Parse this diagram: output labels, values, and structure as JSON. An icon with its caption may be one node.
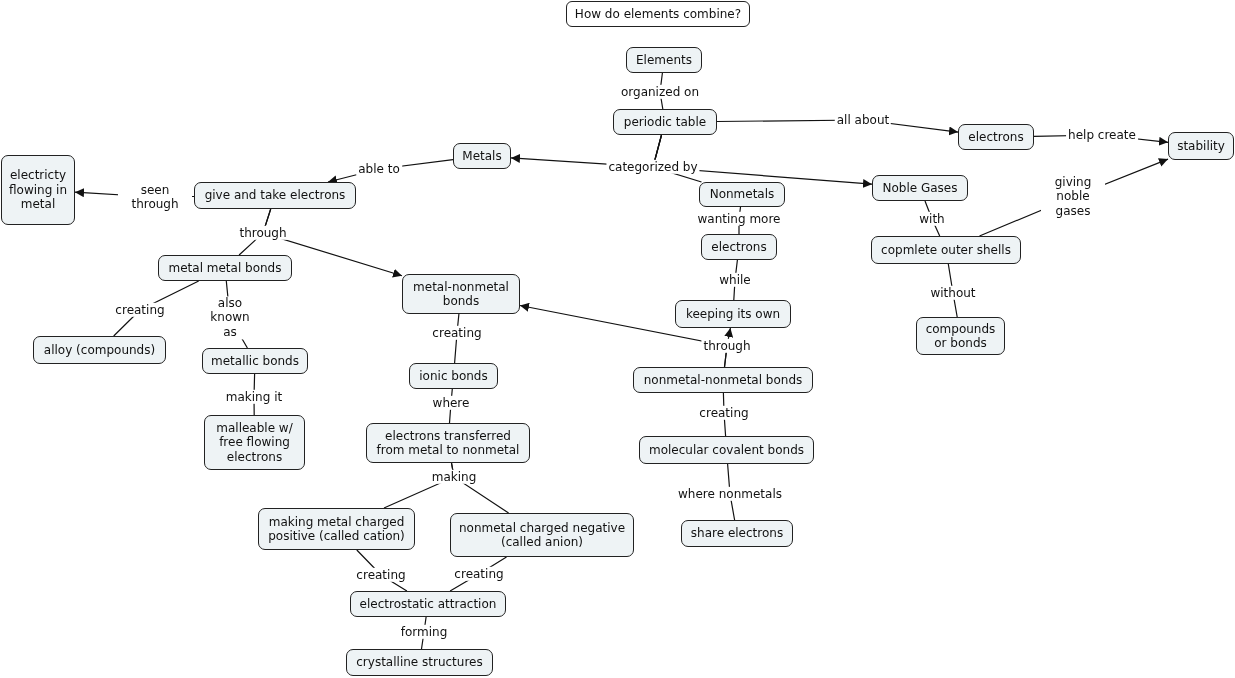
{
  "diagram": {
    "title": "How do elements combine?",
    "nodes": [
      {
        "text": [
          "Elements"
        ]
      },
      {
        "text": [
          "periodic table"
        ]
      },
      {
        "text": [
          "electrons"
        ]
      },
      {
        "text": [
          "stability"
        ]
      },
      {
        "text": [
          "Metals"
        ]
      },
      {
        "text": [
          "electricty flowing in metal"
        ]
      },
      {
        "text": [
          "give and take electrons"
        ]
      },
      {
        "text": [
          "Nonmetals"
        ]
      },
      {
        "text": [
          "Noble Gases"
        ]
      },
      {
        "text": [
          "electrons"
        ]
      },
      {
        "text": [
          "copmlete outer shells"
        ]
      },
      {
        "text": [
          "metal metal bonds"
        ]
      },
      {
        "text": [
          "metal-nonmetal bonds"
        ]
      },
      {
        "text": [
          "keeping its own"
        ]
      },
      {
        "text": [
          "compounds or bonds"
        ]
      },
      {
        "text": [
          "alloy (compounds)"
        ]
      },
      {
        "text": [
          "metallic bonds"
        ]
      },
      {
        "text": [
          "ionic bonds"
        ]
      },
      {
        "text": [
          "nonmetal-nonmetal bonds"
        ]
      },
      {
        "text": [
          "malleable w/ free flowing electrons"
        ]
      },
      {
        "text": [
          "electrons transferred from metal to nonmetal"
        ]
      },
      {
        "text": [
          "molecular covalent bonds"
        ]
      },
      {
        "text": [
          "making metal charged positive (called cation)"
        ]
      },
      {
        "text": [
          "nonmetal charged negative (called anion)"
        ]
      },
      {
        "text": [
          "share electrons"
        ]
      },
      {
        "text": [
          "electrostatic attraction"
        ]
      },
      {
        "text": [
          "crystalline structures"
        ]
      }
    ],
    "edges": [
      {
        "from": 0,
        "to": 1,
        "arrow": "none",
        "label": "organized on"
      },
      {
        "from": 1,
        "to": 2,
        "arrow": "to",
        "label": "all about"
      },
      {
        "from": 2,
        "to": 3,
        "arrow": "to",
        "label": "help create"
      },
      {
        "from": 1,
        "to": 4,
        "arrow": "to",
        "label": "categorized by"
      },
      {
        "from": 1,
        "to": 8,
        "arrow": "to"
      },
      {
        "from": 1,
        "to": 7,
        "arrow": "none"
      },
      {
        "from": 4,
        "to": 6,
        "arrow": "to",
        "label": "able to"
      },
      {
        "from": 6,
        "to": 5,
        "arrow": "to",
        "label": "seen through"
      },
      {
        "from": 6,
        "to": 11,
        "arrow": "none",
        "label": "through"
      },
      {
        "from": 6,
        "to": 12,
        "arrow": "to"
      },
      {
        "from": 8,
        "to": 10,
        "arrow": "none",
        "label": "with"
      },
      {
        "from": 10,
        "to": 3,
        "arrow": "to",
        "label": "giving noble gases"
      },
      {
        "from": 10,
        "to": 14,
        "arrow": "none",
        "label": "without"
      },
      {
        "from": 7,
        "to": 9,
        "arrow": "none",
        "label": "wanting more"
      },
      {
        "from": 9,
        "to": 13,
        "arrow": "none",
        "label": "while"
      },
      {
        "from": 18,
        "to": 13,
        "arrow": "to",
        "label": "through"
      },
      {
        "from": 18,
        "to": 12,
        "arrow": "to"
      },
      {
        "from": 11,
        "to": 15,
        "arrow": "none",
        "label": "creating"
      },
      {
        "from": 11,
        "to": 16,
        "arrow": "none",
        "label": "also known as"
      },
      {
        "from": 16,
        "to": 19,
        "arrow": "none",
        "label": "making it"
      },
      {
        "from": 12,
        "to": 17,
        "arrow": "none",
        "label": "creating"
      },
      {
        "from": 17,
        "to": 20,
        "arrow": "none",
        "label": "where"
      },
      {
        "from": 20,
        "to": 22,
        "arrow": "none",
        "label": "making"
      },
      {
        "from": 20,
        "to": 23,
        "arrow": "none"
      },
      {
        "from": 18,
        "to": 21,
        "arrow": "none",
        "label": "creating"
      },
      {
        "from": 21,
        "to": 24,
        "arrow": "none",
        "label": "where nonmetals"
      },
      {
        "from": 22,
        "to": 25,
        "arrow": "none",
        "label": "creating"
      },
      {
        "from": 23,
        "to": 25,
        "arrow": "none",
        "label": "creating"
      },
      {
        "from": 25,
        "to": 26,
        "arrow": "none",
        "label": "forming"
      }
    ]
  }
}
